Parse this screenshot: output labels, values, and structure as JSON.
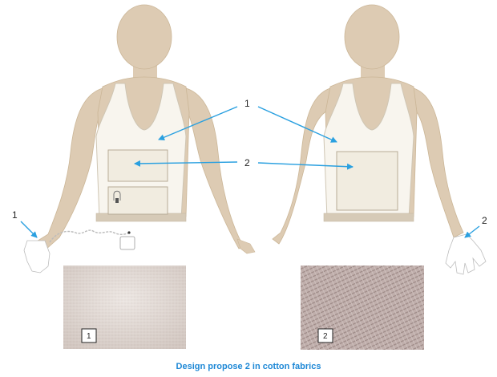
{
  "figure": {
    "caption": "Design propose 2 in cotton fabrics",
    "caption_color": "#1e88d6",
    "arrow_color": "#2aa0e0"
  },
  "left_figure": {
    "callout_1": "1",
    "callout_2": "2",
    "wrist_callout": "1"
  },
  "right_figure": {
    "wrist_callout": "2"
  },
  "swatches": [
    {
      "label": "1"
    },
    {
      "label": "2"
    }
  ],
  "colors": {
    "skin": "#ddcbb3",
    "skin_stroke": "#cbb697",
    "garment": "#f8f5ee",
    "garment_stroke": "#cfc6b4",
    "pocket": "#f1ece0",
    "hem": "#d6cab7",
    "swatch1": "#e0d6cf",
    "swatch2": "#b4a3a0"
  }
}
